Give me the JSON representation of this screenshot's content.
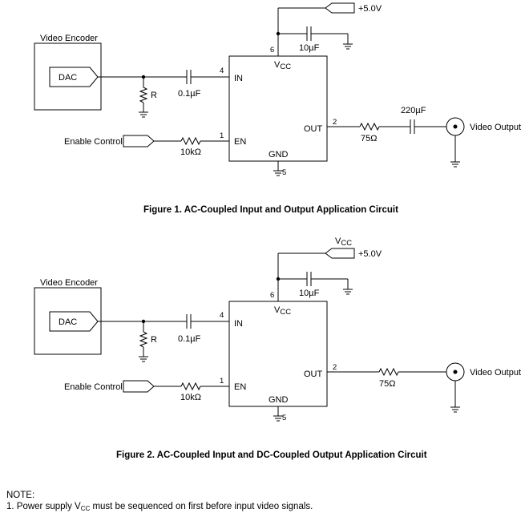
{
  "fig1": {
    "encoder_title": "Video Encoder",
    "dac": "DAC",
    "r_label": "R",
    "cin": "0.1µF",
    "enable": "Enable Control",
    "ren": "10kΩ",
    "pin_in": "4",
    "pin_en": "1",
    "pin_out": "2",
    "pin_vcc": "6",
    "pin_gnd": "5",
    "in": "IN",
    "en": "EN",
    "out": "OUT",
    "gnd": "GND",
    "vcc_main": "V",
    "vcc_sub": "CC",
    "supply": "+5.0V",
    "cdec": "10µF",
    "cout": "220µF",
    "rout": "75Ω",
    "video_out": "Video Output",
    "caption": "Figure 1. AC-Coupled Input and Output Application Circuit"
  },
  "fig2": {
    "encoder_title": "Video Encoder",
    "dac": "DAC",
    "r_label": "R",
    "cin": "0.1µF",
    "enable": "Enable Control",
    "ren": "10kΩ",
    "pin_in": "4",
    "pin_en": "1",
    "pin_out": "2",
    "pin_vcc": "6",
    "pin_gnd": "5",
    "in": "IN",
    "en": "EN",
    "out": "OUT",
    "gnd": "GND",
    "vcc_main": "V",
    "vcc_sub": "CC",
    "supply_vcc_main": "V",
    "supply_vcc_sub": "CC",
    "supply": "+5.0V",
    "cdec": "10µF",
    "rout": "75Ω",
    "video_out": "Video Output",
    "caption": "Figure 2. AC-Coupled Input and DC-Coupled Output Application Circuit"
  },
  "note": {
    "heading": "NOTE:",
    "line_prefix": "1. Power supply V",
    "line_sub": "CC",
    "line_suffix": " must be sequenced on first before input video signals."
  }
}
